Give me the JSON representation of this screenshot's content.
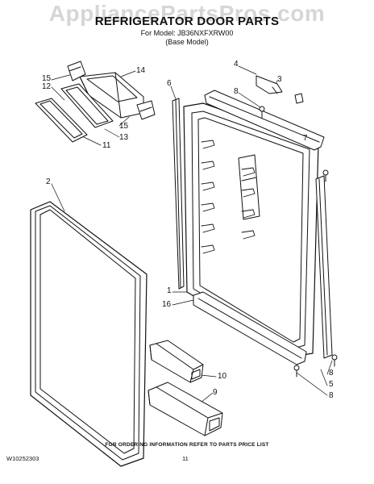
{
  "watermark": "AppliancePartsPros.com",
  "header": {
    "title": "REFRIGERATOR DOOR PARTS",
    "model_line": "For Model: JB36NXFXRW00",
    "model_note": "(Base Model)"
  },
  "callouts": [
    "15",
    "12",
    "14",
    "15",
    "13",
    "11",
    "6",
    "4",
    "3",
    "8",
    "7",
    "2",
    "1",
    "16",
    "10",
    "9",
    "8",
    "5",
    "8"
  ],
  "footer": {
    "note": "FOR ORDERING INFORMATION REFER TO PARTS PRICE LIST",
    "doc_number": "W10252303",
    "page_number": "11"
  }
}
